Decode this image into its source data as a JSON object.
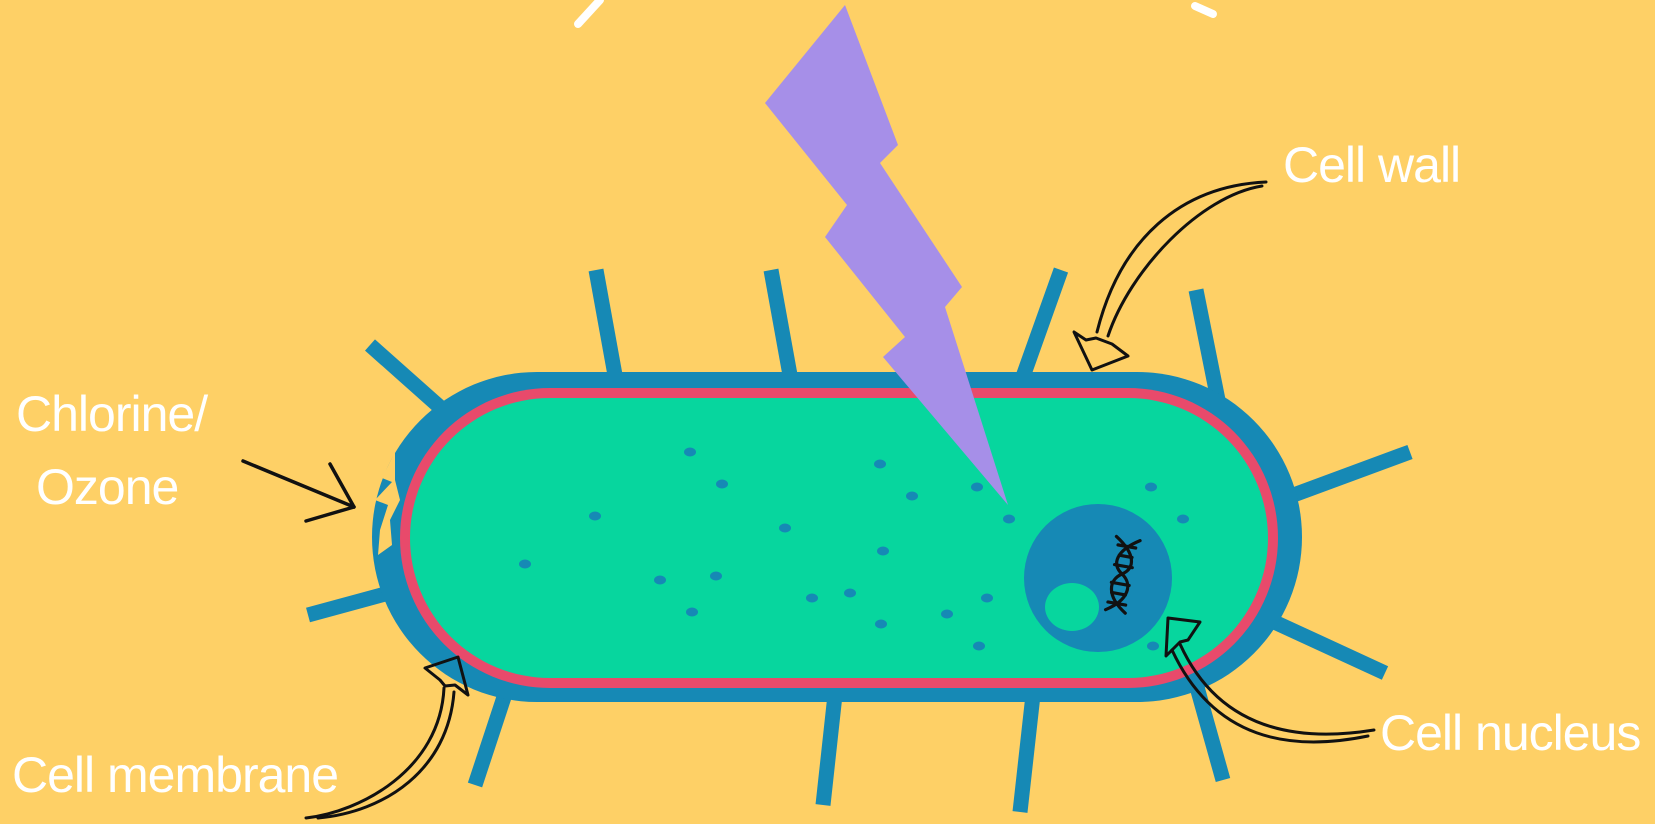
{
  "labels": {
    "chlorine_line1": "Chlorine/",
    "chlorine_line2": "Ozone",
    "cell_wall": "Cell wall",
    "cell_nucleus": "Cell nucleus",
    "cell_membrane": "Cell membrane"
  },
  "colors": {
    "background": "#FED066",
    "cell_wall": "#1689B5",
    "cell_membrane": "#E84A6B",
    "cytoplasm": "#07D69E",
    "nucleus": "#1689B5",
    "nucleolus": "#07D69E",
    "lightning": "#A68FE8",
    "label_text": "#FFFFFF",
    "arrow_outline": "#111111"
  },
  "icons": {
    "dna": "dna-icon",
    "lightning": "lightning-bolt-icon"
  }
}
